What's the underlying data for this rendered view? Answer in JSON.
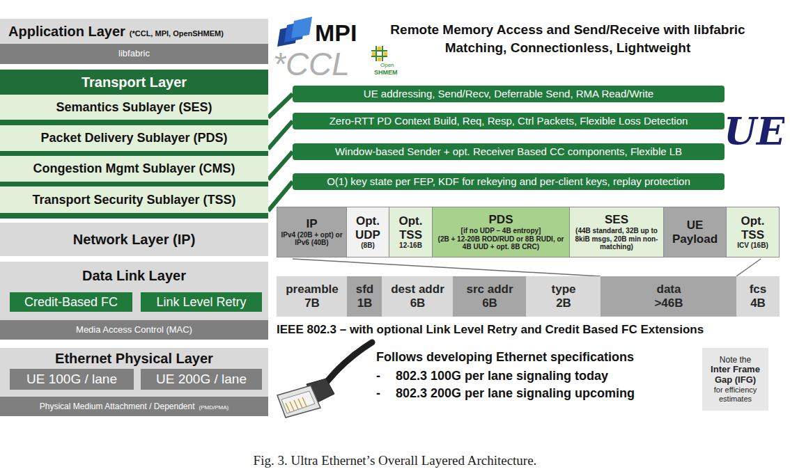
{
  "diagram": {
    "caption": "Fig. 3. Ultra Ethernet’s Overall Layered Architecture.",
    "nodes": [
      {
        "text": [
          "Application Layer",
          "(*CCL, MPI, OpenSHMEM)"
        ]
      },
      {
        "text": [
          "libfabric"
        ]
      },
      {
        "text": [
          "Transport Layer"
        ]
      },
      {
        "text": [
          "Semantics Sublayer (SES)"
        ],
        "in": 2
      },
      {
        "text": [
          "Packet Delivery Sublayer (PDS)"
        ],
        "in": 2
      },
      {
        "text": [
          "Congestion Mgmt Sublayer (CMS)"
        ],
        "in": 2
      },
      {
        "text": [
          "Transport Security Sublayer (TSS)"
        ],
        "in": 2
      },
      {
        "text": [
          "Network Layer (IP)"
        ]
      },
      {
        "text": [
          "Data Link Layer"
        ]
      },
      {
        "text": [
          "Credit-Based FC"
        ],
        "in": 8
      },
      {
        "text": [
          "Link Level Retry"
        ],
        "in": 8
      },
      {
        "text": [
          "Media Access Control (MAC)"
        ]
      },
      {
        "text": [
          "Ethernet Physical Layer"
        ]
      },
      {
        "text": [
          "UE 100G / lane"
        ],
        "in": 12
      },
      {
        "text": [
          "UE 200G / lane"
        ],
        "in": 12
      },
      {
        "text": [
          "Physical Medium Attachment / Dependent",
          "(PMD/PMA)"
        ]
      },
      {
        "text": [
          "UE addressing, Send/Recv, Deferrable Send, RMA Read/Write"
        ]
      },
      {
        "text": [
          "Zero-RTT PD Context Build, Req, Resp, Ctrl Packets, Flexible Loss Detection"
        ]
      },
      {
        "text": [
          "Window-based Sender + opt. Receiver Based CC components, Flexible LB"
        ]
      },
      {
        "text": [
          "O(1) key state per FEP, KDF for rekeying and per-client keys, replay protection"
        ]
      },
      {
        "text": [
          "IP",
          "IPv4 (20B + opt) or IPv6 (40B)"
        ]
      },
      {
        "text": [
          "Opt. UDP",
          "(8B)"
        ]
      },
      {
        "text": [
          "Opt. TSS",
          "12-16B"
        ]
      },
      {
        "text": [
          "PDS",
          "[if no UDP – 4B entropy]",
          "(2B + 12-20B ROD/RUD or 8B RUDI, or 4B UUD + opt. 8B CRC)"
        ]
      },
      {
        "text": [
          "SES",
          "(44B standard, 32B up to 8kiB msgs, 20B min non-matching)"
        ]
      },
      {
        "text": [
          "UE Payload"
        ]
      },
      {
        "text": [
          "Opt. TSS",
          "ICV (16B)"
        ]
      },
      {
        "text": [
          "preamble",
          "7B"
        ]
      },
      {
        "text": [
          "sfd",
          "1B"
        ]
      },
      {
        "text": [
          "dest addr",
          "6B"
        ]
      },
      {
        "text": [
          "src addr",
          "6B"
        ]
      },
      {
        "text": [
          "type",
          "2B"
        ]
      },
      {
        "text": [
          "data",
          ">46B"
        ]
      },
      {
        "text": [
          "fcs",
          "4B"
        ]
      },
      {
        "text": [
          "Note the",
          "Inter Frame Gap (IFG)",
          "for efficiency estimates"
        ]
      }
    ],
    "edges": [
      {
        "from": 3,
        "to": 16,
        "arrow": "none"
      },
      {
        "from": 4,
        "to": 17,
        "arrow": "none"
      },
      {
        "from": 5,
        "to": 18,
        "arrow": "none"
      },
      {
        "from": 6,
        "to": 19,
        "arrow": "none"
      }
    ],
    "labels": [
      "MPI",
      "*CCL",
      "Open",
      "SHMEM",
      "Remote Memory Access and Send/Receive with libfabric",
      "Matching, Connectionless, Lightweight",
      "UE",
      "IEEE 802.3 – with optional Link Level Retry and Credit Based FC Extensions",
      "Follows developing Ethernet specifications",
      "-",
      "802.3 100G per lane signaling today",
      "-",
      "802.3 200G per lane signaling upcoming"
    ]
  }
}
